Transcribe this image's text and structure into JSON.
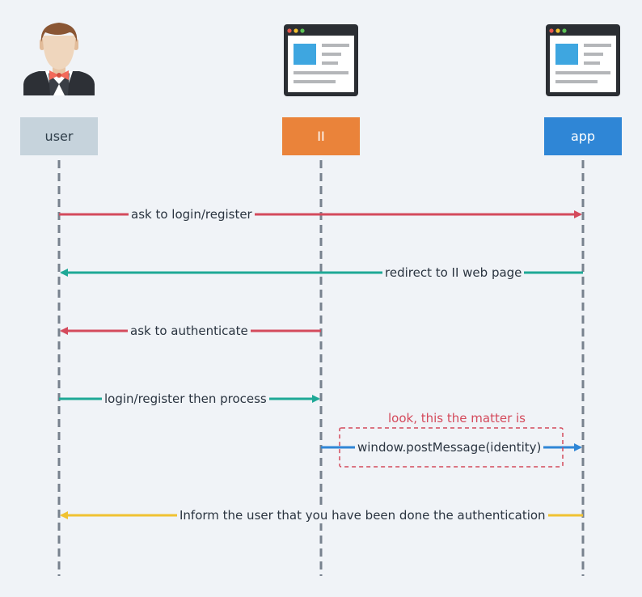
{
  "participants": {
    "user": "user",
    "ii": "II",
    "app": "app"
  },
  "icons": {
    "user": "person-in-tuxedo-icon",
    "ii": "browser-window-icon",
    "app": "browser-window-icon"
  },
  "messages": [
    {
      "label": "ask to login/register",
      "from": "user",
      "to": "app",
      "color": "#d44a5c"
    },
    {
      "label": "redirect to II web page",
      "from": "app",
      "to": "user",
      "color": "#1ea896"
    },
    {
      "label": "ask to authenticate",
      "from": "ii",
      "to": "user",
      "color": "#d44a5c"
    },
    {
      "label": "login/register then process",
      "from": "user",
      "to": "ii",
      "color": "#1ea896"
    },
    {
      "label": "window.postMessage(identity)",
      "from": "ii",
      "to": "app",
      "color": "#2f86d6"
    },
    {
      "label": "Inform the user that you have been done the authentication",
      "from": "app",
      "to": "user",
      "color": "#f0c232"
    }
  ],
  "note": {
    "label": "look, this the matter is",
    "color": "#d44a5c"
  },
  "colors": {
    "lifeline": "#78828e",
    "background": "#f0f3f7"
  }
}
